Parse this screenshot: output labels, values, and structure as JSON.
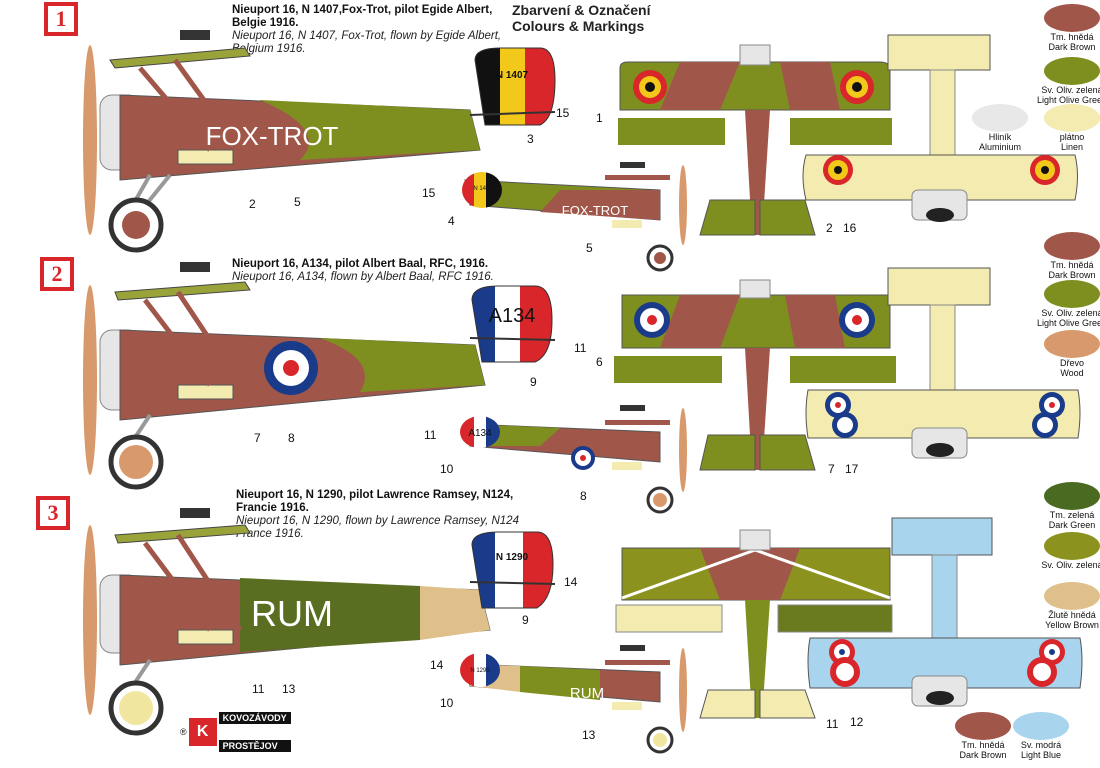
{
  "header": {
    "title_cz": "Zbarvení & Označení",
    "title_en": "Colours & Markings"
  },
  "schemes": [
    {
      "badge": "1",
      "title_line1": "Nieuport 16, N 1407,Fox-Trot, pilot Egide Albert,",
      "title_line2": "Belgie 1916.",
      "sub_line1": "Nieuport 16, N 1407, Fox-Trot, flown by Egide Albert,",
      "sub_line2": "Belgium 1916.",
      "fuselage_text": "FOX-TROT",
      "small_fuselage_text": "FOX-TROT",
      "rudder_serial": "N 1407",
      "small_rudder_serial": "N 1407",
      "callouts": [
        "1",
        "2",
        "3",
        "4",
        "5",
        "5",
        "15",
        "15",
        "2",
        "16"
      ]
    },
    {
      "badge": "2",
      "title_line1": "Nieuport 16, A134, pilot Albert Baal, RFC, 1916.",
      "sub_line1": "Nieuport 16, A134, flown by Albert Baal, RFC 1916.",
      "rudder_serial": "A134",
      "small_rudder_serial": "A134",
      "callouts": [
        "6",
        "7",
        "8",
        "9",
        "10",
        "11",
        "11",
        "8",
        "7",
        "17"
      ]
    },
    {
      "badge": "3",
      "title_line1": "Nieuport 16, N 1290, pilot Lawrence Ramsey, N124,",
      "title_line2": "Francie 1916.",
      "sub_line1": "Nieuport 16, N 1290, flown by Lawrence Ramsey, N124",
      "sub_line2": "France 1916.",
      "fuselage_text": "RUM",
      "small_fuselage_text": "RUM",
      "rudder_serial": "N 1290",
      "small_rudder_serial": "N 1290",
      "callouts": [
        "9",
        "10",
        "11",
        "13",
        "13",
        "14",
        "14",
        "11",
        "12"
      ]
    }
  ],
  "swatches": [
    {
      "color": "#a0574a",
      "cz": "Tm. hnědá",
      "en": "Dark Brown"
    },
    {
      "color": "#7f8f1f",
      "cz": "Sv. Oliv. zelená",
      "en": "Light Olive Green"
    },
    {
      "color": "#e8e8e8",
      "cz": "Hliník",
      "en": "Aluminium"
    },
    {
      "color": "#f3ebb0",
      "cz": "plátno",
      "en": "Linen"
    },
    {
      "color": "#a0574a",
      "cz": "Tm. hnědá",
      "en": "Dark Brown"
    },
    {
      "color": "#7f8f1f",
      "cz": "Sv. Oliv. zelená",
      "en": "Light Olive Green"
    },
    {
      "color": "#d89a6c",
      "cz": "Dřevo",
      "en": "Wood"
    },
    {
      "color": "#4a6a22",
      "cz": "Tm. zelená",
      "en": "Dark Green"
    },
    {
      "color": "#8c921e",
      "cz": "Sv. Oliv. zelená",
      "en": ""
    },
    {
      "color": "#e0c08a",
      "cz": "Žlutě hnědá",
      "en": "Yellow Brown"
    },
    {
      "color": "#a0574a",
      "cz": "Tm. hnědá",
      "en": "Dark Brown"
    },
    {
      "color": "#a8d4ee",
      "cz": "Sv. modrá",
      "en": "Light Blue"
    }
  ],
  "logo": {
    "line1": "KOVOZÁVODY",
    "line2": "PROSTĚJOV",
    "mark": "K",
    "reg": "®"
  },
  "colors": {
    "brown": "#a0574a",
    "olive": "#7f8f1f",
    "linen": "#f3ebb0",
    "red": "#d8262a",
    "blue": "#1a3a8a",
    "yellow": "#f2c81a",
    "aluminium": "#e6e6e6",
    "wood": "#d89a6c",
    "tan": "#e0c08a",
    "lightblue": "#a8d4ee",
    "darkgreen": "#4a6a22"
  }
}
